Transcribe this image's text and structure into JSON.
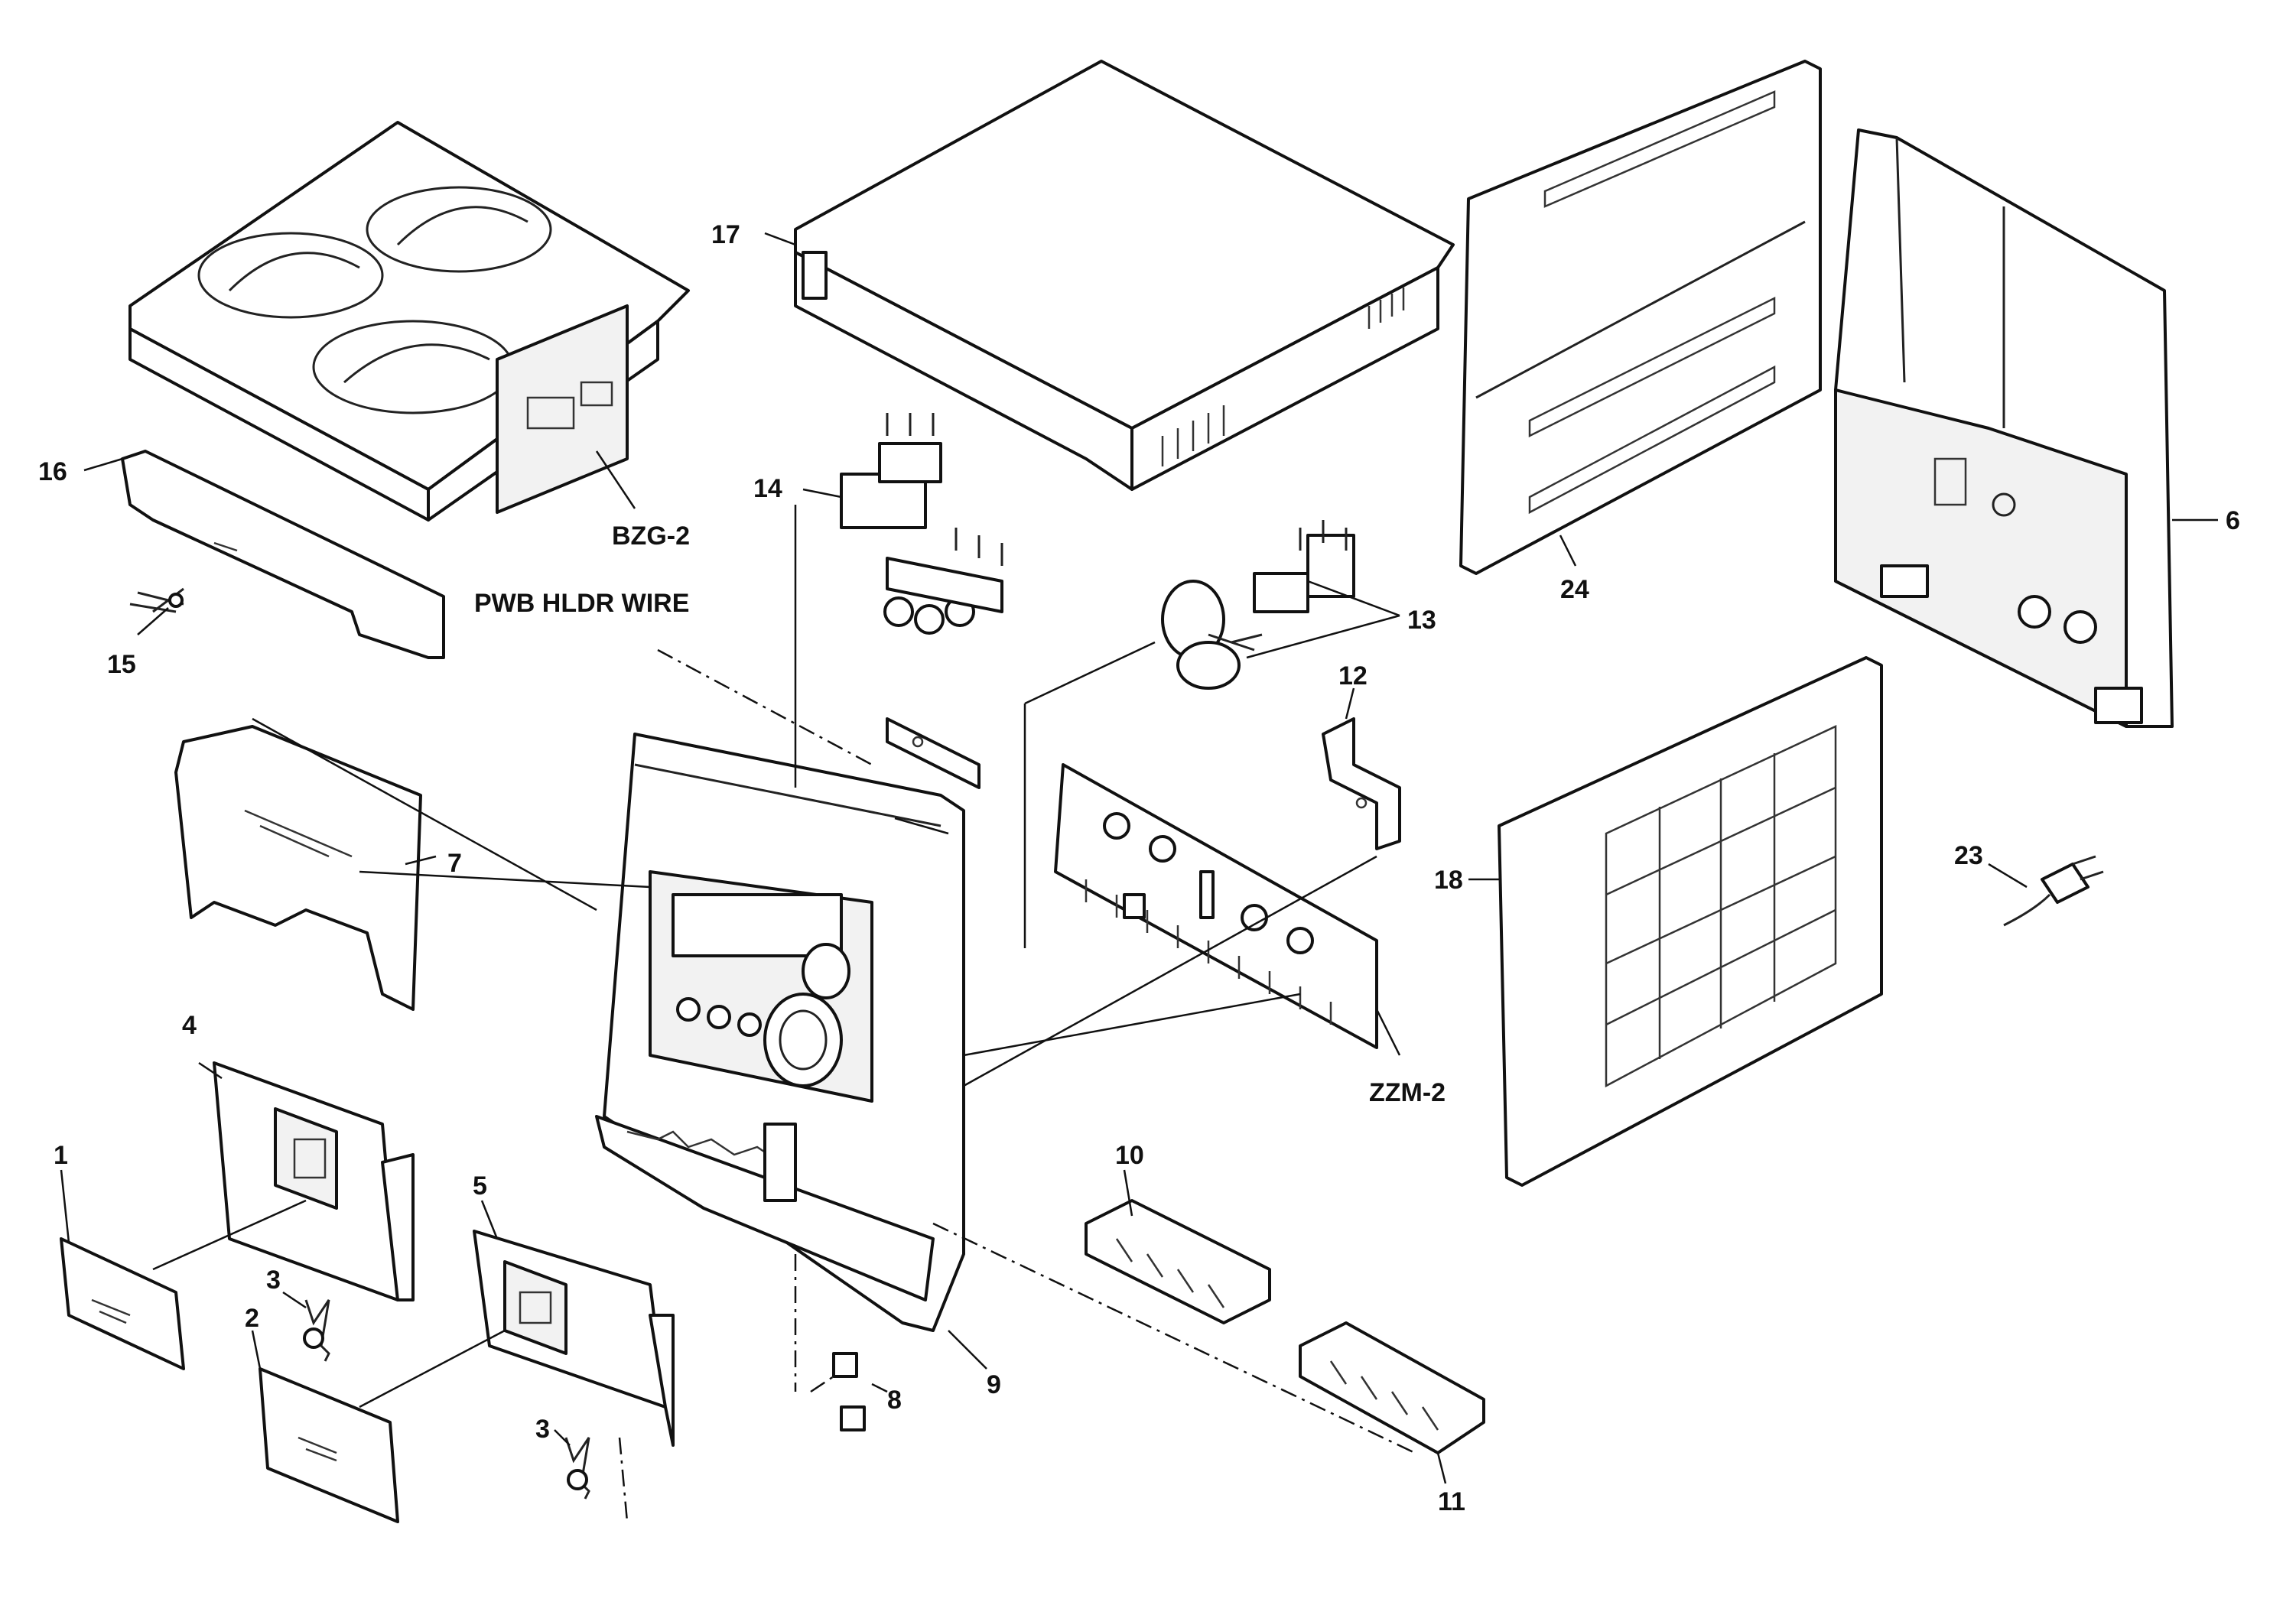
{
  "diagram": {
    "labels": {
      "p1": "1",
      "p2": "2",
      "p3a": "3",
      "p3b": "3",
      "p4": "4",
      "p5": "5",
      "p6": "6",
      "p7": "7",
      "p8": "8",
      "p9": "9",
      "p10": "10",
      "p11": "11",
      "p12": "12",
      "p13": "13",
      "p14": "14",
      "p15": "15",
      "p16": "16",
      "p17": "17",
      "p18": "18",
      "p23": "23",
      "p24": "24",
      "bzg": "BZG-2",
      "zzm": "ZZM-2",
      "pwb": "PWB HLDR WIRE"
    }
  }
}
